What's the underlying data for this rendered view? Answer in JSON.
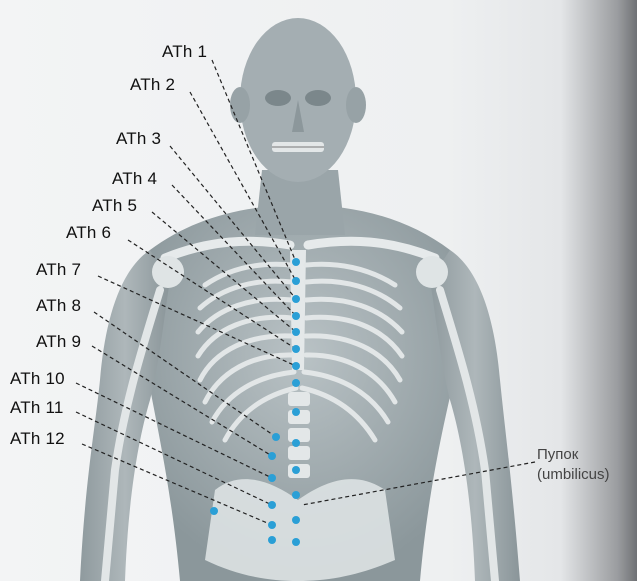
{
  "diagram": {
    "points": [
      {
        "label": "ATh 1"
      },
      {
        "label": "ATh 2"
      },
      {
        "label": "ATh 3"
      },
      {
        "label": "ATh 4"
      },
      {
        "label": "ATh 5"
      },
      {
        "label": "ATh 6"
      },
      {
        "label": "ATh 7"
      },
      {
        "label": "ATh 8"
      },
      {
        "label": "ATh 9"
      },
      {
        "label": "ATh 10"
      },
      {
        "label": "ATh 11"
      },
      {
        "label": "ATh 12"
      }
    ],
    "navel_label_ru": "Пупок",
    "navel_label_lat": "(umbilicus)"
  },
  "colors": {
    "point": "#2a9fd6",
    "body": "#9ca7ab",
    "bone": "#e4e8e9",
    "leader": "#222222"
  }
}
